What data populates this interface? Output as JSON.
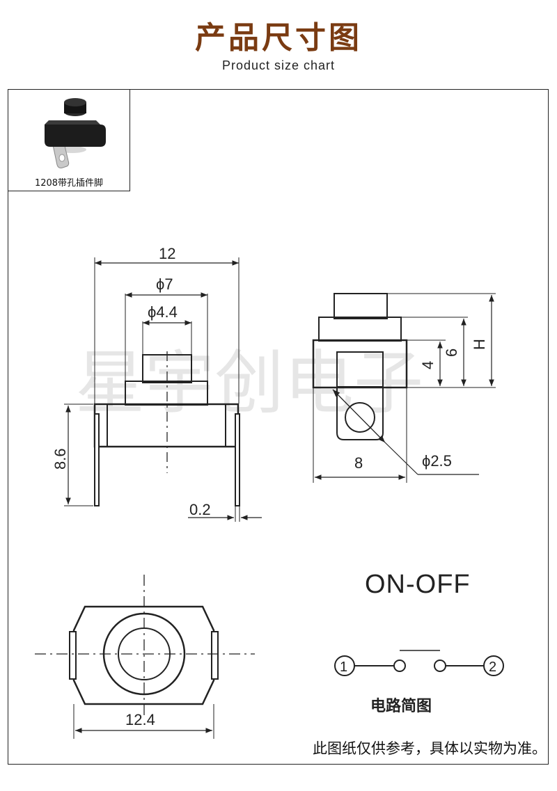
{
  "header": {
    "title": "产品尺寸图",
    "subtitle": "Product size chart"
  },
  "thumbnail": {
    "caption": "1208带孔插件脚"
  },
  "watermark": {
    "text": "星宇创电子"
  },
  "front_view": {
    "width_label": "12",
    "diameter_outer_label": "ϕ7",
    "diameter_inner_label": "ϕ4.4",
    "height_label": "8.6",
    "pin_thickness_label": "0.2"
  },
  "side_view": {
    "h_label": "H",
    "six_label": "6",
    "four_label": "4",
    "width_label": "8",
    "hole_label": "ϕ2.5"
  },
  "bottom_view": {
    "width_label": "12.4"
  },
  "circuit": {
    "mode_label": "ON-OFF",
    "terminal_1": "1",
    "terminal_2": "2",
    "caption": "电路简图"
  },
  "footer": {
    "note": "此图纸仅供参考，具体以实物为准。"
  }
}
